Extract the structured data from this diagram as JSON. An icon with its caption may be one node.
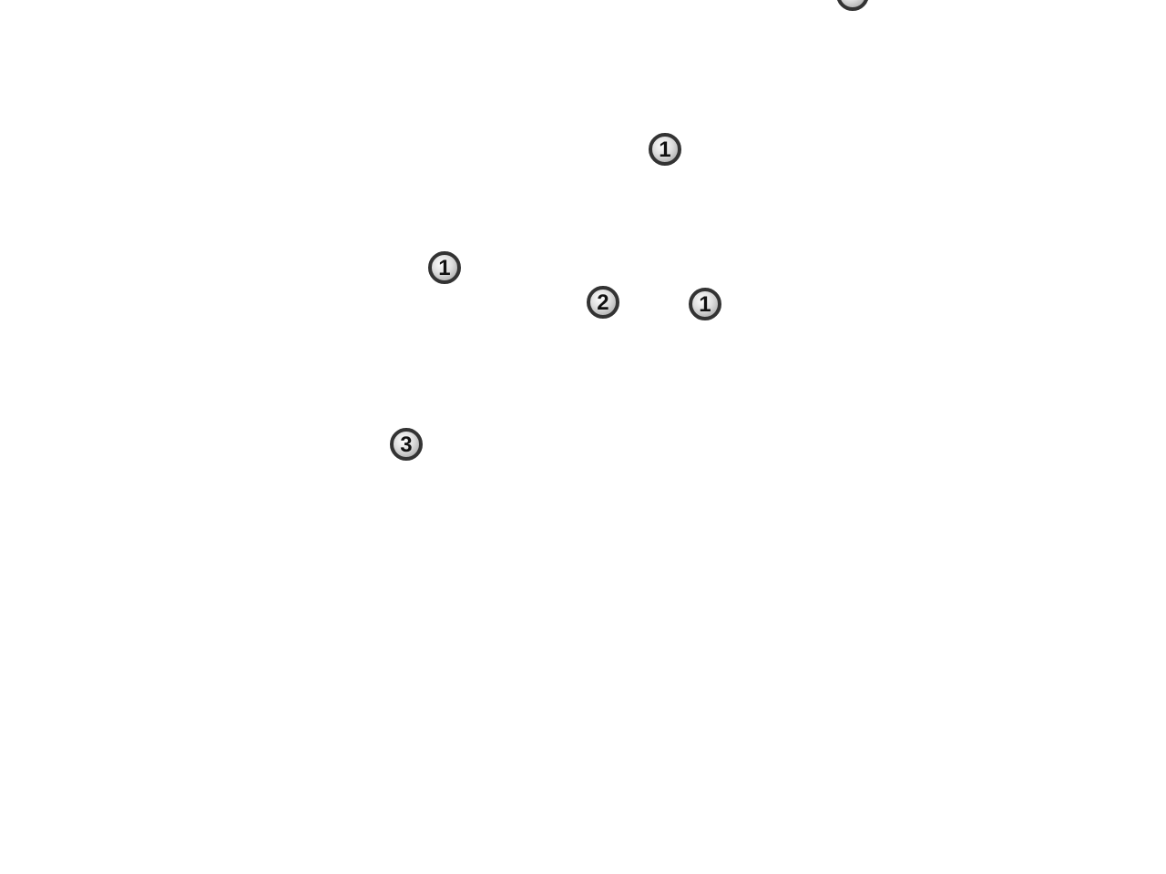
{
  "diagram": {
    "labels": [
      "1",
      "1",
      "2",
      "1",
      "3"
    ]
  }
}
